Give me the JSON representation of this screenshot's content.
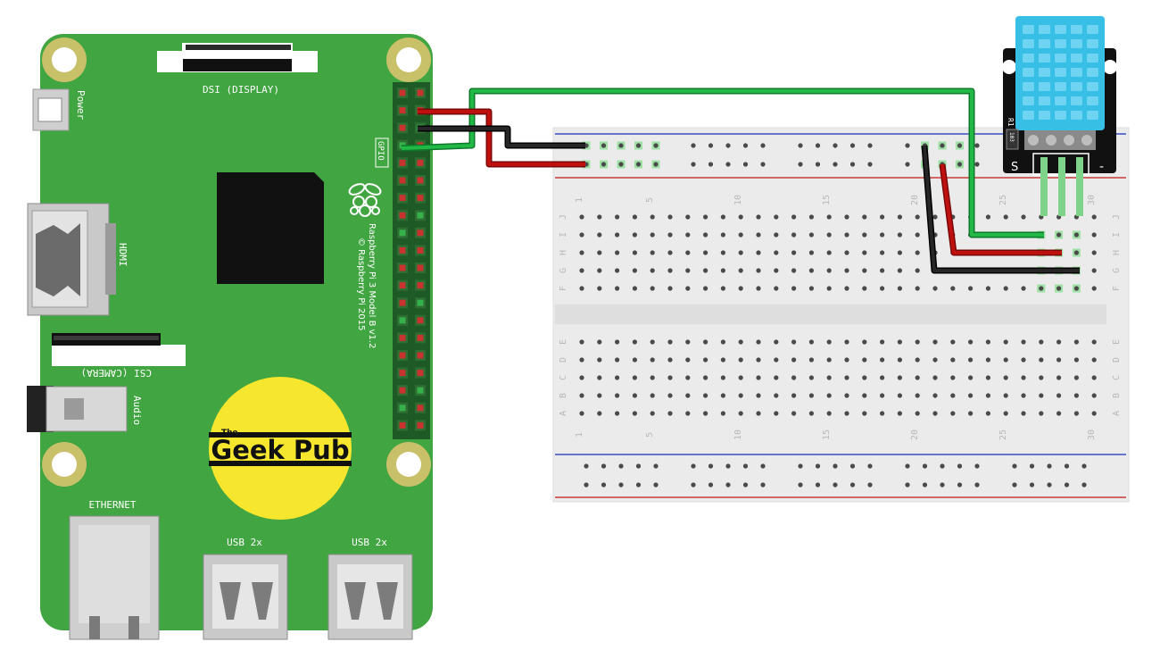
{
  "pi": {
    "label_power": "Power",
    "label_dsi": "DSI (DISPLAY)",
    "label_hdmi": "HDMI",
    "label_csi": "CSI (CAMERA)",
    "label_audio": "Audio",
    "label_ethernet": "ETHERNET",
    "label_usb_1": "USB 2x",
    "label_usb_2": "USB 2x",
    "label_gpio": "GPIO",
    "label_model": "Raspberry Pi 3 Model B v1.2",
    "label_copyright": "© Raspberry Pi 2015"
  },
  "logo": {
    "small": "The",
    "main": "Geek Pub"
  },
  "breadboard": {
    "column_numbers": [
      "1",
      "5",
      "10",
      "15",
      "20",
      "25",
      "30"
    ],
    "top_row_letters": [
      "J",
      "I",
      "H",
      "G",
      "F"
    ],
    "bottom_row_letters": [
      "E",
      "D",
      "C",
      "B",
      "A"
    ]
  },
  "sensor": {
    "label_s": "S",
    "label_minus": "-",
    "label_r": "R1",
    "label_resistor": "103"
  },
  "colors": {
    "board_green": "#41a541",
    "wire_green": "#22b845",
    "wire_red": "#bf1010",
    "wire_black": "#1a1a1a",
    "sensor_blue": "#38bfe6",
    "logo_yellow": "#f7e62e"
  }
}
